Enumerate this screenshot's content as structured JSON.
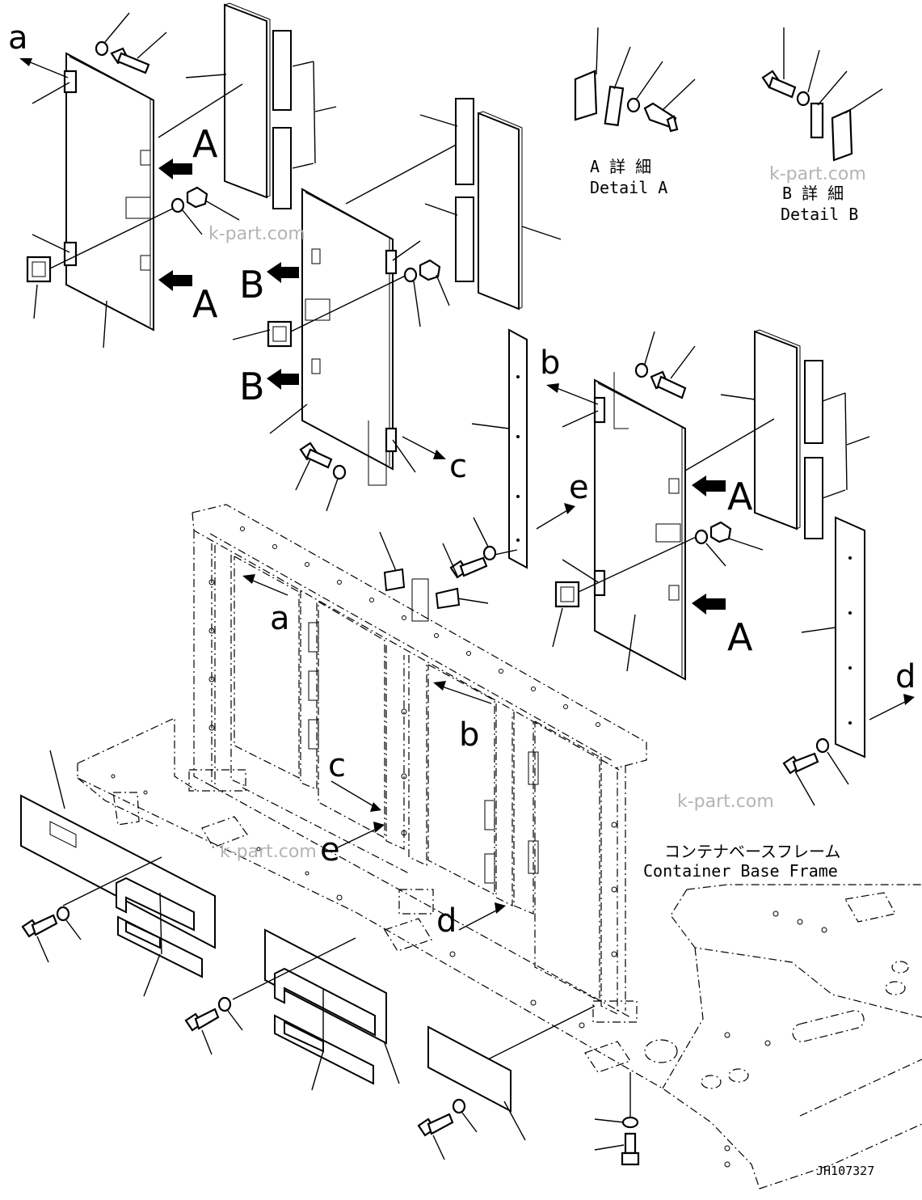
{
  "callouts": {
    "a_top": "a",
    "a_frame": "a",
    "b_door": "b",
    "b_frame": "b",
    "c_door": "c",
    "c_frame": "c",
    "d_panel": "d",
    "d_frame": "d",
    "e_door": "e",
    "e_frame": "e",
    "A1": "A",
    "A2": "A",
    "A3": "A",
    "A4": "A",
    "B1": "B",
    "B2": "B"
  },
  "details": {
    "detail_a_jp": "A 詳 細",
    "detail_a_en": "Detail A",
    "detail_b_jp": "B 詳 細",
    "detail_b_en": "Detail B"
  },
  "frame_label": {
    "jp": "コンテナベースフレーム",
    "en": "Container Base Frame"
  },
  "watermarks": [
    "k-part.com",
    "k-part.com",
    "k-part.com",
    "k-part.com"
  ],
  "drawing_code": "JH107327",
  "icons": [
    "arrow-icon",
    "bolt-icon",
    "washer-icon",
    "nut-icon",
    "latch-icon",
    "hinge-icon"
  ]
}
